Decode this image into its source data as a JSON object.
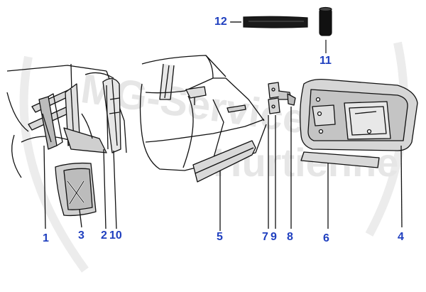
{
  "colors": {
    "callout": "#1f3fbf",
    "line": "#111111",
    "watermark": "#e9e9e9",
    "fill_gray": "#cfcfcf",
    "fill_dark": "#1a1a1a"
  },
  "watermark": {
    "line1": "MG-Service",
    "line2": "Hurtienne"
  },
  "callouts": {
    "p1": "1",
    "p2": "2",
    "p3": "3",
    "p4": "4",
    "p5": "5",
    "p6": "6",
    "p7": "7",
    "p8": "8",
    "p9": "9",
    "p10": "10",
    "p11": "11",
    "p12": "12"
  }
}
